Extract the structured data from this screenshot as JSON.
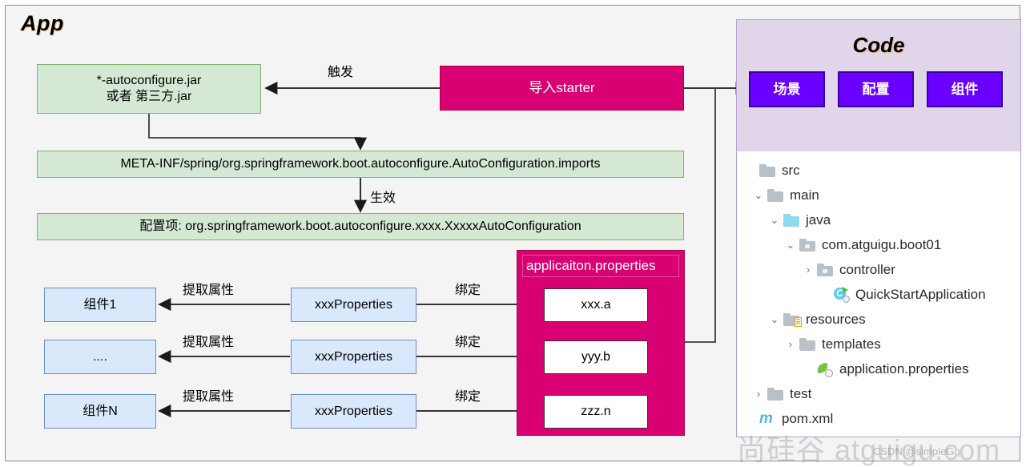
{
  "app": {
    "title": "App",
    "boxes": {
      "autoconfigure_jar": "*-autoconfigure.jar\n或者 第三方.jar",
      "autoconfigure_jar_line1": "*-autoconfigure.jar",
      "autoconfigure_jar_line2": "或者 第三方.jar",
      "import_starter": "导入starter",
      "imports_file": "META-INF/spring/org.springframework.boot.autoconfigure.AutoConfiguration.imports",
      "config_item": "配置项: org.springframework.boot.autoconfigure.xxxx.XxxxxAutoConfiguration"
    },
    "edge_labels": {
      "trigger": "触发",
      "effective": "生效",
      "extract_attr_1": "提取属性",
      "extract_attr_2": "提取属性",
      "extract_attr_3": "提取属性",
      "bind_1": "绑定",
      "bind_2": "绑定",
      "bind_3": "绑定"
    },
    "components": [
      {
        "label": "组件1"
      },
      {
        "label": "...."
      },
      {
        "label": "组件N"
      }
    ],
    "properties_classes": [
      {
        "label": "xxxProperties"
      },
      {
        "label": "xxxProperties"
      },
      {
        "label": "xxxProperties"
      }
    ],
    "properties_file": {
      "title": "applicaiton.properties",
      "entries": [
        {
          "label": "xxx.a"
        },
        {
          "label": "yyy.b"
        },
        {
          "label": "zzz.n"
        }
      ]
    }
  },
  "code": {
    "title": "Code",
    "chips": [
      {
        "label": "场景"
      },
      {
        "label": "配置"
      },
      {
        "label": "组件"
      }
    ],
    "tree": [
      {
        "label": "src",
        "chevron": "",
        "icon": "folder-grey",
        "indent": 0
      },
      {
        "label": "main",
        "chevron": "⌄",
        "icon": "folder-grey",
        "indent": 1
      },
      {
        "label": "java",
        "chevron": "⌄",
        "icon": "folder-blue",
        "indent": 2
      },
      {
        "label": "com.atguigu.boot01",
        "chevron": "⌄",
        "icon": "folder-pkg",
        "indent": 3
      },
      {
        "label": "controller",
        "chevron": "›",
        "icon": "folder-pkg",
        "indent": 4
      },
      {
        "label": "QuickStartApplication",
        "chevron": "",
        "icon": "class-run",
        "indent": 5
      },
      {
        "label": "resources",
        "chevron": "⌄",
        "icon": "folder-res",
        "indent": 2
      },
      {
        "label": "templates",
        "chevron": "›",
        "icon": "folder-grey",
        "indent": 3
      },
      {
        "label": "application.properties",
        "chevron": "",
        "icon": "props-leaf",
        "indent": 4
      },
      {
        "label": "test",
        "chevron": "›",
        "icon": "folder-grey",
        "indent": 1
      },
      {
        "label": "pom.xml",
        "chevron": "",
        "icon": "maven",
        "indent": 0
      }
    ]
  },
  "watermark": {
    "main": "尚硅谷 atguigu.com",
    "sub": "CSDN @simpleGq"
  },
  "colors": {
    "green_fill": "#d5e8d4",
    "green_stroke": "#82b366",
    "blue_fill": "#dae8fc",
    "blue_stroke": "#6c8ebf",
    "pink_fill": "#d80073",
    "purple_fill": "#6a00ff",
    "code_panel_fill": "#e1d5ea",
    "canvas_fill": "#f4f4f4"
  }
}
